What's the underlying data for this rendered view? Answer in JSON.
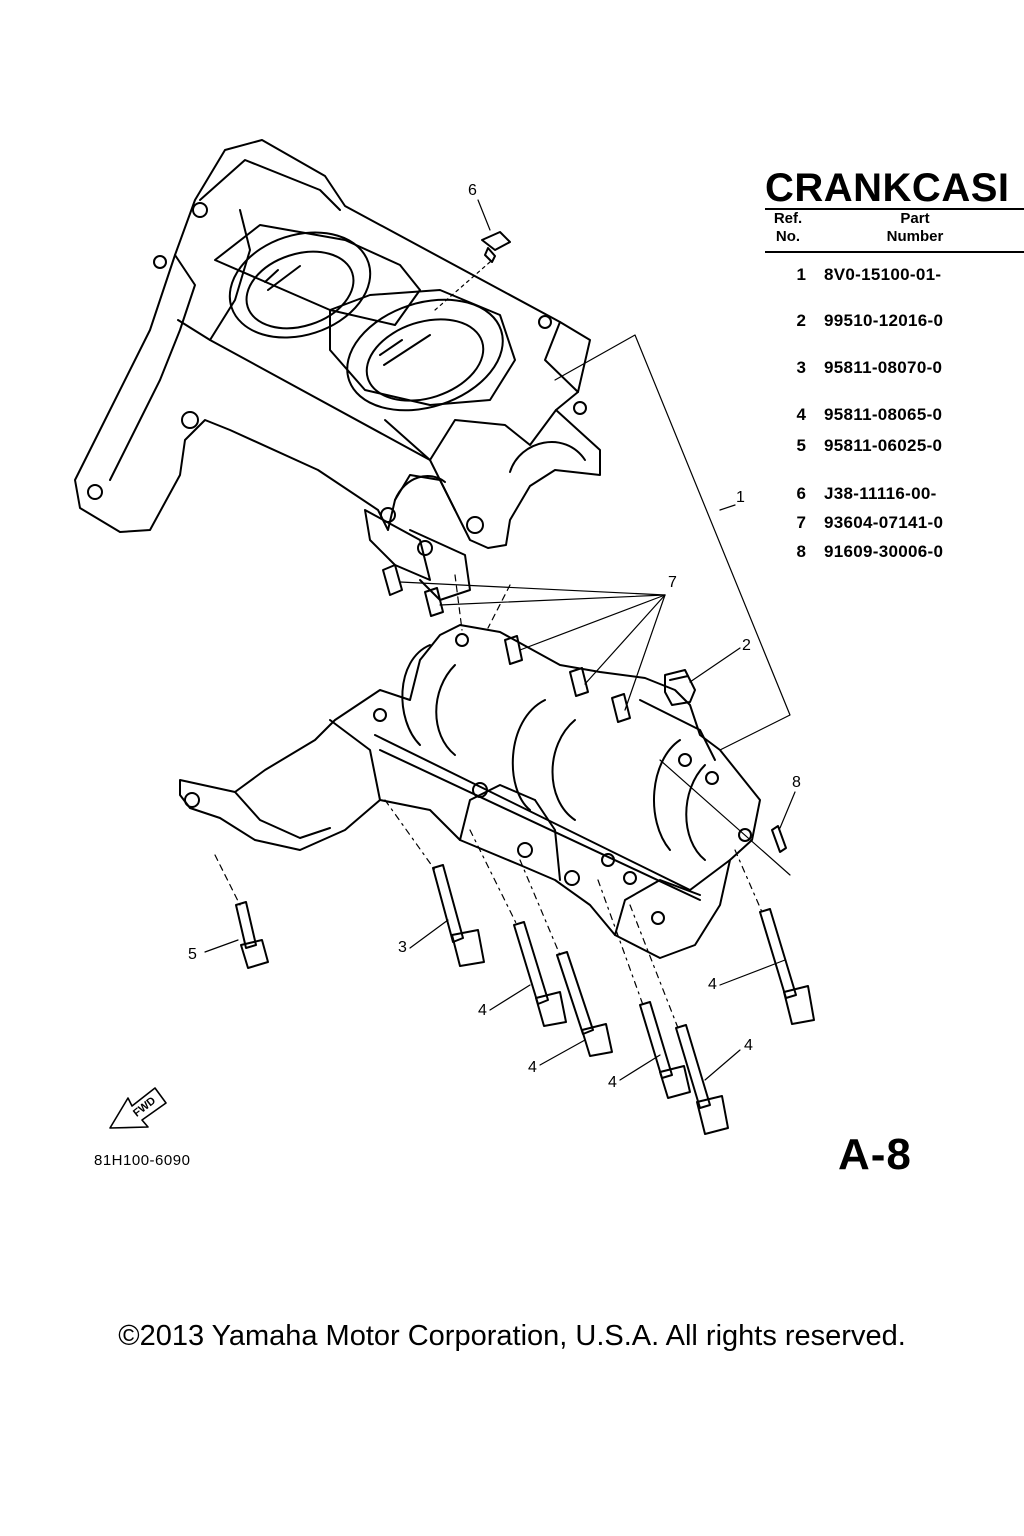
{
  "diagram": {
    "title": "CRANKCASI",
    "table_headers": {
      "ref": "Ref.\nNo.",
      "part": "Part\nNumber"
    },
    "parts": [
      {
        "ref": "1",
        "part_number": "8V0-15100-01-"
      },
      {
        "ref": "2",
        "part_number": "99510-12016-0"
      },
      {
        "ref": "3",
        "part_number": "95811-08070-0"
      },
      {
        "ref": "4",
        "part_number": "95811-08065-0"
      },
      {
        "ref": "5",
        "part_number": "95811-06025-0"
      },
      {
        "ref": "6",
        "part_number": "J38-11116-00-"
      },
      {
        "ref": "7",
        "part_number": "93604-07141-0"
      },
      {
        "ref": "8",
        "part_number": "91609-30006-0"
      }
    ],
    "callouts": [
      {
        "id": "c6",
        "text": "6"
      },
      {
        "id": "c1",
        "text": "1"
      },
      {
        "id": "c7",
        "text": "7"
      },
      {
        "id": "c2",
        "text": "2"
      },
      {
        "id": "c8",
        "text": "8"
      },
      {
        "id": "c5",
        "text": "5"
      },
      {
        "id": "c3",
        "text": "3"
      },
      {
        "id": "c4a",
        "text": "4"
      },
      {
        "id": "c4b",
        "text": "4"
      },
      {
        "id": "c4c",
        "text": "4"
      },
      {
        "id": "c4d",
        "text": "4"
      },
      {
        "id": "c4e",
        "text": "4"
      }
    ],
    "fwd_label": "FWD",
    "drawing_code": "81H100-6090",
    "page_label": "A-8"
  },
  "footer": {
    "copyright": "©2013 Yamaha Motor Corporation, U.S.A. All rights reserved."
  },
  "colors": {
    "ink": "#000000",
    "paper": "#ffffff"
  }
}
